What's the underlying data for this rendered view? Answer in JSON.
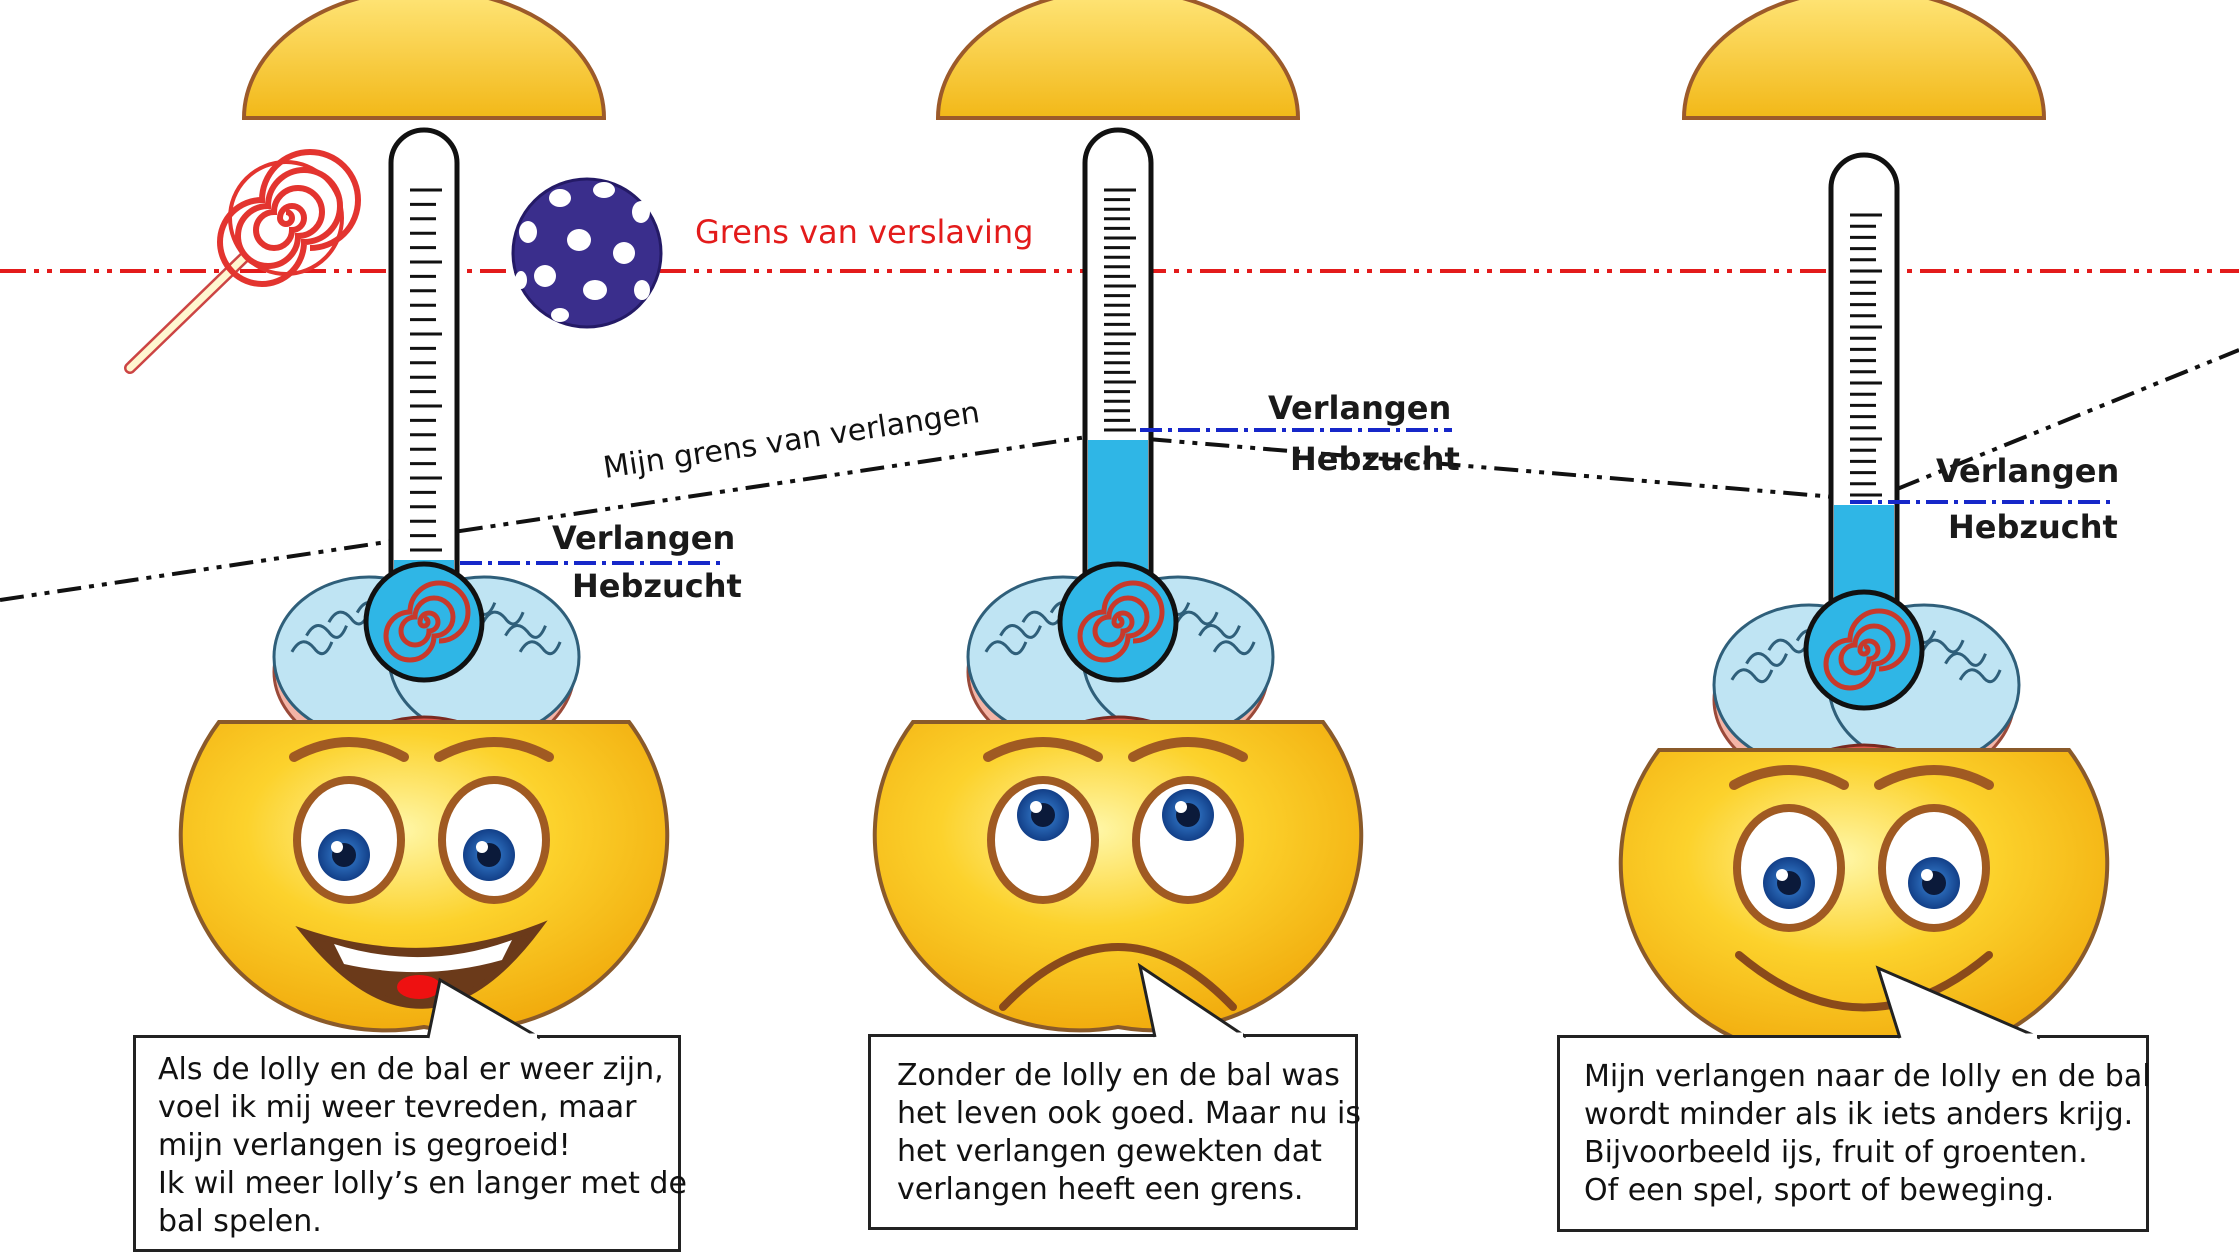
{
  "labels": {
    "addiction_limit": "Grens van verslaving",
    "desire_limit": "Mijn grens van verlangen",
    "verlangen": "Verlangen",
    "hebzucht": "Hebzucht"
  },
  "panels": [
    {
      "mood": "happy",
      "fill_level": 0.12,
      "text_lines": [
        "Als de lolly en de bal er weer zijn,",
        "voel ik mij weer tevreden, maar",
        "mijn verlangen is gegroeid!",
        "Ik wil meer lolly’s en langer met de",
        "bal spelen."
      ]
    },
    {
      "mood": "sad",
      "fill_level": 0.52,
      "text_lines": [
        "Zonder de lolly en de bal was",
        "het leven ook goed. Maar nu is",
        "het verlangen gewekten dat",
        "verlangen heeft een grens."
      ]
    },
    {
      "mood": "smile",
      "fill_level": 0.3,
      "text_lines": [
        "Mijn verlangen naar de lolly en de bal",
        "wordt minder als ik iets anders krijg.",
        "Bijvoorbeeld ijs, fruit of groenten.",
        "Of een spel, sport of beweging."
      ]
    }
  ],
  "colors": {
    "addiction_line": "#e31b1b",
    "desire_line": "#111111",
    "mercury": "#2fb6e6",
    "face": "#f7c21b",
    "ball": "#3a2e8c",
    "lolly": "#e3342f"
  }
}
